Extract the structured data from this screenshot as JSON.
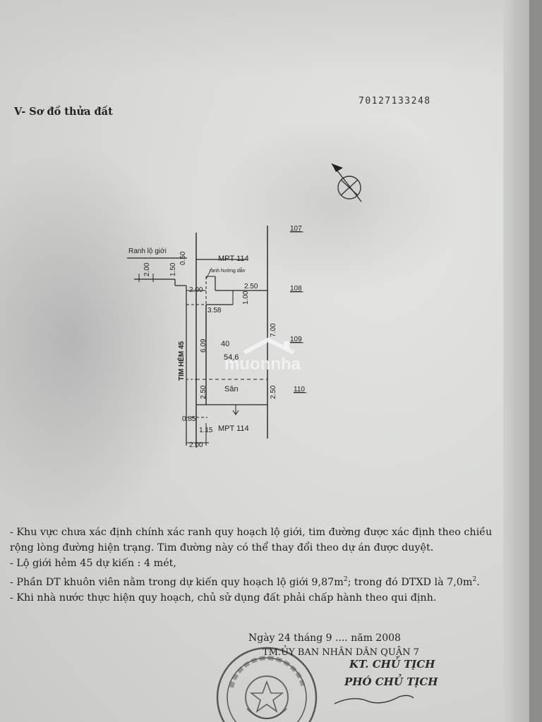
{
  "document": {
    "section_title": "V- Sơ đồ thửa đất",
    "code_number": "70127133248",
    "seal_text": "ỦY BAN NHÂN DÂN QUẬN 7"
  },
  "plan": {
    "labels": {
      "ranh_lo_gioi": "Ranh lộ giới",
      "ranh_huong_dan": "ranh hướng dẫn",
      "mpt_top": "MPT 114",
      "mpt_bottom": "MPT 114",
      "street": "TIM HẺM 45",
      "san": "Sân",
      "area_code": "40",
      "area_value": "54,6"
    },
    "dimensions": {
      "d_050": "0.50",
      "d_150": "1.50",
      "d_200_left": "2.00",
      "d_200_mid": "2.00",
      "d_250_top": "2.50",
      "d_100": "1.00",
      "d_358": "3.58",
      "d_609": "6.09",
      "d_700": "7.00",
      "d_250_left": "2.50",
      "d_250_right": "2.50",
      "d_085": "0.85",
      "d_115": "1.15",
      "d_200_bottom": "2.00"
    },
    "neighbor_parcels": [
      "107",
      "108",
      "109",
      "110"
    ],
    "watermark_text": "muonnha"
  },
  "notes": [
    "- Khu vực chưa xác định chính xác ranh quy hoạch lộ giới, tim đường được xác định theo chiều rộng lòng đường hiện trạng. Tim đường này có thể thay đổi theo dự án được duyệt.",
    "- Lộ giới hẻm 45 dự kiến : 4 mét,"
  ],
  "note_area": {
    "prefix": "- Phần DT khuôn viên nằm trong dự kiến quy hoạch lộ giới 9,87m",
    "sup1": "2",
    "middle": "; trong đó DTXD là 7,0m",
    "sup2": "2",
    "suffix": "."
  },
  "note_last": "- Khi nhà nước thực hiện quy hoạch, chủ sử dụng đất phải chấp hành theo qui định.",
  "signature": {
    "date_line": "Ngày 24 tháng 9 .... năm 2008",
    "org_line": "TM.ỦY BAN NHÂN DÂN QUẬN 7",
    "kt_line": "KT. CHỦ TỊCH",
    "title_line": "PHÓ CHỦ TỊCH"
  }
}
